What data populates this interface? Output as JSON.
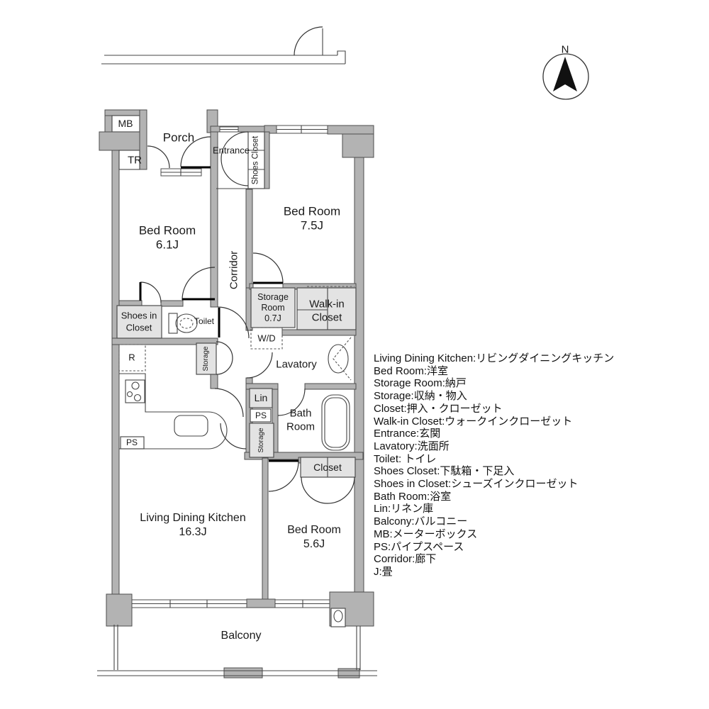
{
  "compass": {
    "label": "N"
  },
  "plan": {
    "mb": "MB",
    "porch": "Porch",
    "tr": "TR",
    "entrance": "Entrance",
    "shoes_closet": "Shoes Closet",
    "bedroom_75": {
      "name": "Bed Room",
      "area": "7.5J"
    },
    "bedroom_61": {
      "name": "Bed Room",
      "area": "6.1J"
    },
    "bedroom_56": {
      "name": "Bed Room",
      "area": "5.6J"
    },
    "ldk": {
      "name": "Living Dining Kitchen",
      "area": "16.3J"
    },
    "corridor": "Corridor",
    "storage_room": {
      "line1": "Storage",
      "line2": "Room",
      "area": "0.7J"
    },
    "walk_in_closet": {
      "line1": "Walk-in",
      "line2": "Closet"
    },
    "shoes_in_closet": {
      "line1": "Shoes in",
      "line2": "Closet"
    },
    "bath_room": {
      "line1": "Bath",
      "line2": "Room"
    },
    "toilet": "Toilet",
    "wd": "W/D",
    "lavatory": "Lavatory",
    "lin": "Lin",
    "ps": "PS",
    "storage": "Storage",
    "refrigerator": "R",
    "closet": "Closet",
    "balcony": "Balcony"
  },
  "legend": {
    "items": [
      "Living Dining Kitchen:リビングダイニングキッチン",
      "Bed Room:洋室",
      "Storage Room:納戸",
      "Storage:収納・物入",
      "Closet:押入・クローゼット",
      "Walk-in Closet:ウォークインクローゼット",
      "Entrance:玄関",
      "Lavatory:洗面所",
      "Toilet: トイレ",
      "Shoes Closet:下駄箱・下足入",
      "Shoes in Closet:シューズインクローゼット",
      "Bath Room:浴室",
      "Lin:リネン庫",
      "Balcony:バルコニー",
      "MB:メーターボックス",
      "PS:パイプスペース",
      "Corridor:廊下",
      "J:畳"
    ]
  },
  "colors": {
    "wall": "#b3b3b3",
    "wall_outline": "#4d4d4d",
    "service_box": "#e3e3e3",
    "line": "#333333",
    "text": "#1a1a1a"
  }
}
